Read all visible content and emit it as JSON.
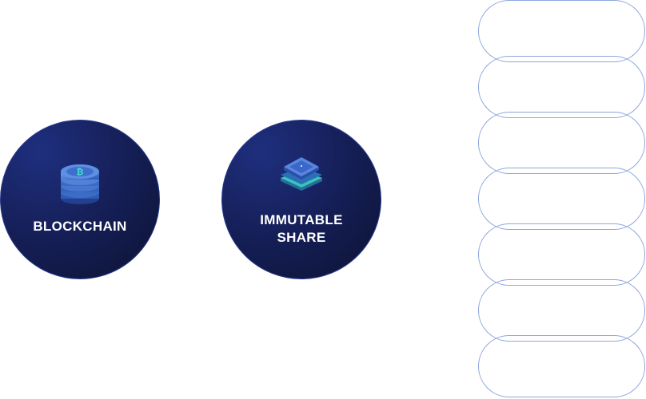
{
  "features": [
    {
      "id": "blockchain",
      "icon": "coin-stack-icon",
      "label_line1": "BLOCKCHAIN",
      "label_line2": ""
    },
    {
      "id": "immutable-share",
      "icon": "layered-chip-icon",
      "label_line1": "IMMUTABLE",
      "label_line2": "SHARE"
    }
  ],
  "pills": [
    {
      "text": ""
    },
    {
      "text": ""
    },
    {
      "text": ""
    },
    {
      "text": ""
    },
    {
      "text": ""
    },
    {
      "text": ""
    },
    {
      "text": ""
    }
  ],
  "colors": {
    "circle_dark": "#0c1232",
    "circle_mid": "#16205a",
    "pill_border": "#8ea5dd",
    "icon_blue": "#4a7bd0",
    "icon_teal": "#3fe0c8"
  }
}
